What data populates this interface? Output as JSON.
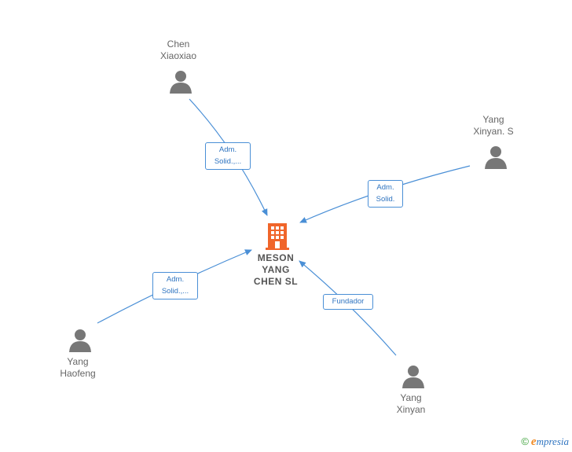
{
  "company": {
    "label": "MESON\nYANG\nCHEN SL",
    "icon": "building-icon",
    "color": "#f0652a"
  },
  "persons": [
    {
      "id": "chen-xiaoxiao",
      "label": "Chen\nXiaoxiao",
      "icon": "person-icon"
    },
    {
      "id": "yang-xinyan-s",
      "label": "Yang\nXinyan.  S",
      "icon": "person-icon"
    },
    {
      "id": "yang-haofeng",
      "label": "Yang\nHaofeng",
      "icon": "person-icon"
    },
    {
      "id": "yang-xinyan",
      "label": "Yang\nXinyan",
      "icon": "person-icon"
    }
  ],
  "edges": [
    {
      "from": "chen-xiaoxiao",
      "label": "Adm.\nSolid.,..."
    },
    {
      "from": "yang-xinyan-s",
      "label": "Adm.\nSolid."
    },
    {
      "from": "yang-haofeng",
      "label": "Adm.\nSolid.,..."
    },
    {
      "from": "yang-xinyan",
      "label": "Fundador"
    }
  ],
  "colors": {
    "edge": "#4a8fd6",
    "person": "#777777",
    "company": "#f0652a"
  },
  "brand": {
    "copyright": "©",
    "initial": "e",
    "rest": "mpresia"
  }
}
